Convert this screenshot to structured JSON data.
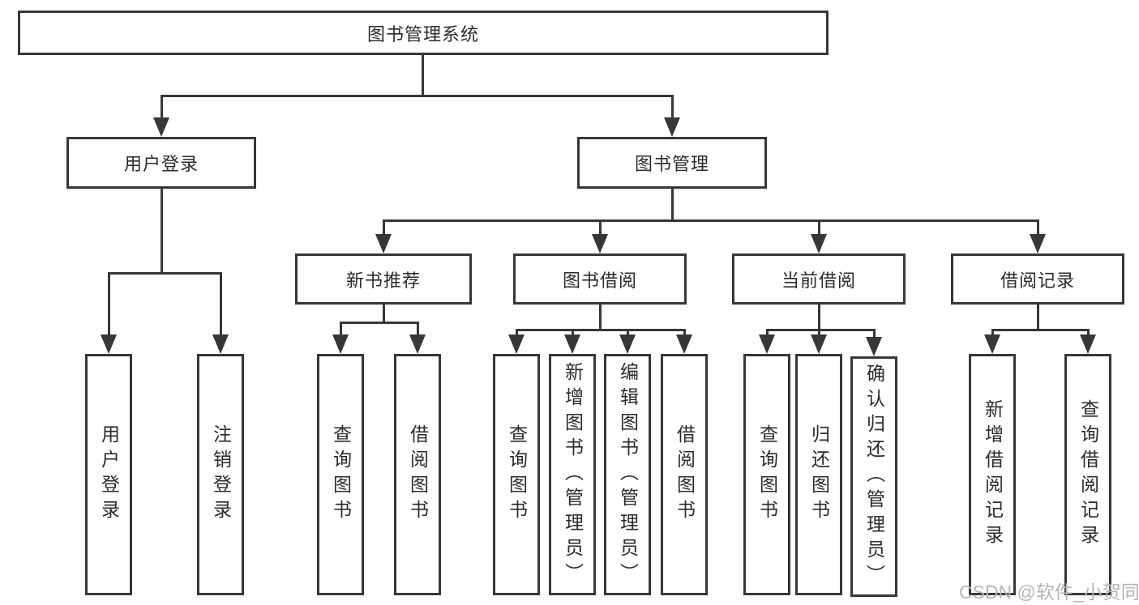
{
  "colors": {
    "line": "#373737",
    "text": "#2b2b2b",
    "watermark": "#b5b5b5",
    "background": "#ffffff"
  },
  "watermark": "CSDN @软件_小贺同学",
  "tree": {
    "root": {
      "label": "图书管理系统",
      "children": [
        {
          "label": "用户登录",
          "children": [
            {
              "label": "用户登录"
            },
            {
              "label": "注销登录"
            }
          ]
        },
        {
          "label": "图书管理",
          "children": [
            {
              "label": "新书推荐",
              "children": [
                {
                  "label": "查询图书"
                },
                {
                  "label": "借阅图书"
                }
              ]
            },
            {
              "label": "图书借阅",
              "children": [
                {
                  "label": "查询图书"
                },
                {
                  "label": "新增图书（管理员）"
                },
                {
                  "label": "编辑图书（管理员）"
                },
                {
                  "label": "借阅图书"
                }
              ]
            },
            {
              "label": "当前借阅",
              "children": [
                {
                  "label": "查询图书"
                },
                {
                  "label": "归还图书"
                },
                {
                  "label": "确认归还（管理员）"
                }
              ]
            },
            {
              "label": "借阅记录",
              "children": [
                {
                  "label": "新增借阅记录"
                },
                {
                  "label": "查询借阅记录"
                }
              ]
            }
          ]
        }
      ]
    }
  }
}
